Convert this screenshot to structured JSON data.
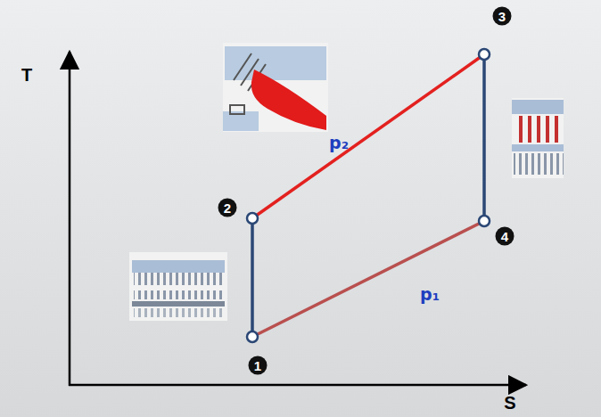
{
  "diagram": {
    "labels": [
      "T",
      "S",
      "1",
      "2",
      "3",
      "4",
      "p₂",
      "p₁"
    ]
  }
}
